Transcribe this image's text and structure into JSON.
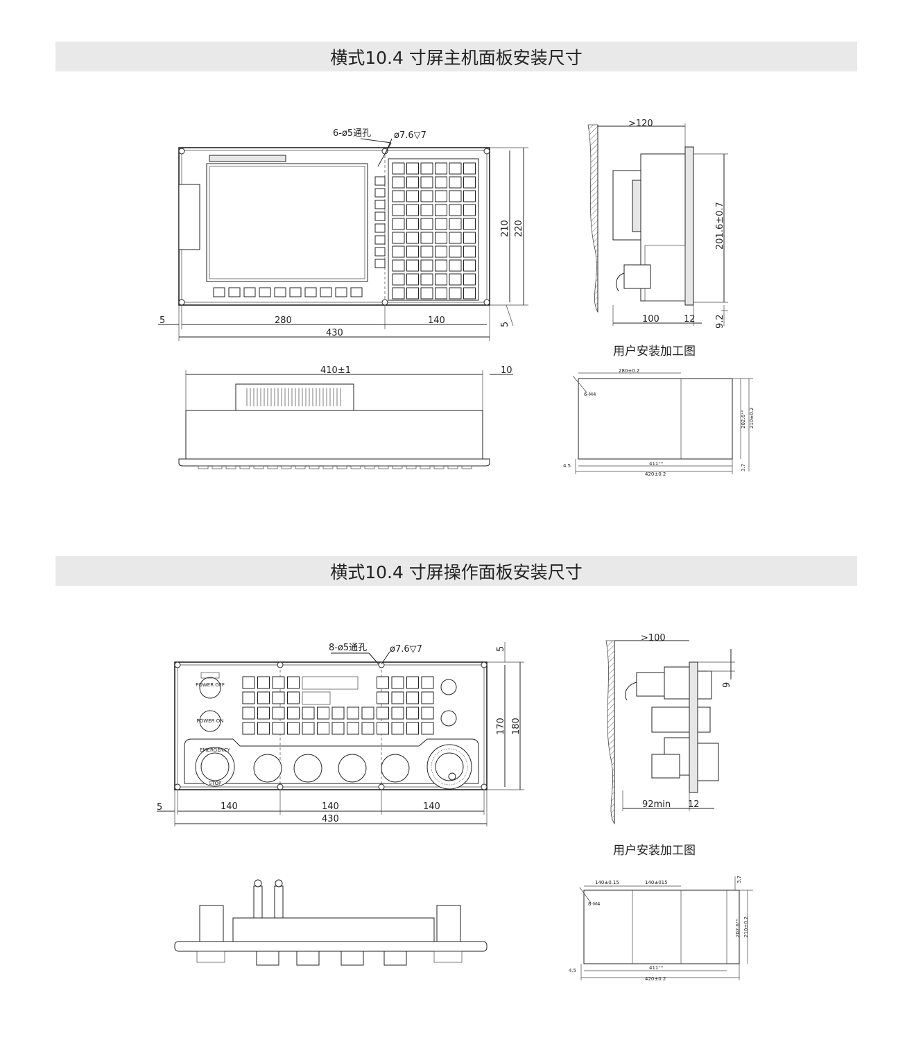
{
  "sections": [
    {
      "title": "横式10.4 寸屏主机面板安装尺寸",
      "hole_label": "6-ø5通孔",
      "countersink_label": "ø7.6▽7",
      "front_dims": {
        "width": "430",
        "left_part": "280",
        "right_part": "140",
        "edge_left": "5",
        "edge_bottom": "5",
        "inner_height": "210",
        "outer_height": "220"
      },
      "side_dims": {
        "depth_min": ">120",
        "body_depth": "100",
        "flange": "12",
        "height": "201.6±0.7",
        "offset": "9.2"
      },
      "top_dims": {
        "width": "410±1",
        "overhang": "10"
      },
      "cutout_caption": "用户安装加工图",
      "cutout_dims": {
        "top": "280±0.2",
        "screws": "6-M4",
        "h1": "202.6⁺⁰",
        "h2": "210±0.2",
        "w1": "411⁺⁰",
        "w2": "420±0.2",
        "edge_l": "4.5",
        "edge_b": "3.7"
      }
    },
    {
      "title": "横式10.4 寸屏操作面板安装尺寸",
      "hole_label": "8-ø5通孔",
      "countersink_label": "ø7.6▽7",
      "front_dims": {
        "width": "430",
        "part1": "140",
        "part2": "140",
        "part3": "140",
        "edge_left": "5",
        "edge_top": "5",
        "inner_height": "170",
        "outer_height": "180"
      },
      "button_labels": {
        "power_off": "POWER OFF",
        "power_on": "POWER ON",
        "emergency": "EMERGENCY",
        "stop": "STOP"
      },
      "side_dims": {
        "depth_min": ">100",
        "body_depth": "92min",
        "flange": "12",
        "offset": "9"
      },
      "cutout_caption": "用户安装加工图",
      "cutout_dims": {
        "top1": "140±0.15",
        "top2": "140±015",
        "screws": "8-M4",
        "h1": "202.6⁺⁰",
        "h2": "210±0.2",
        "w1": "411⁺⁰",
        "w2": "420±0.2",
        "edge_l": "4.5",
        "edge_t": "3.7"
      }
    }
  ]
}
